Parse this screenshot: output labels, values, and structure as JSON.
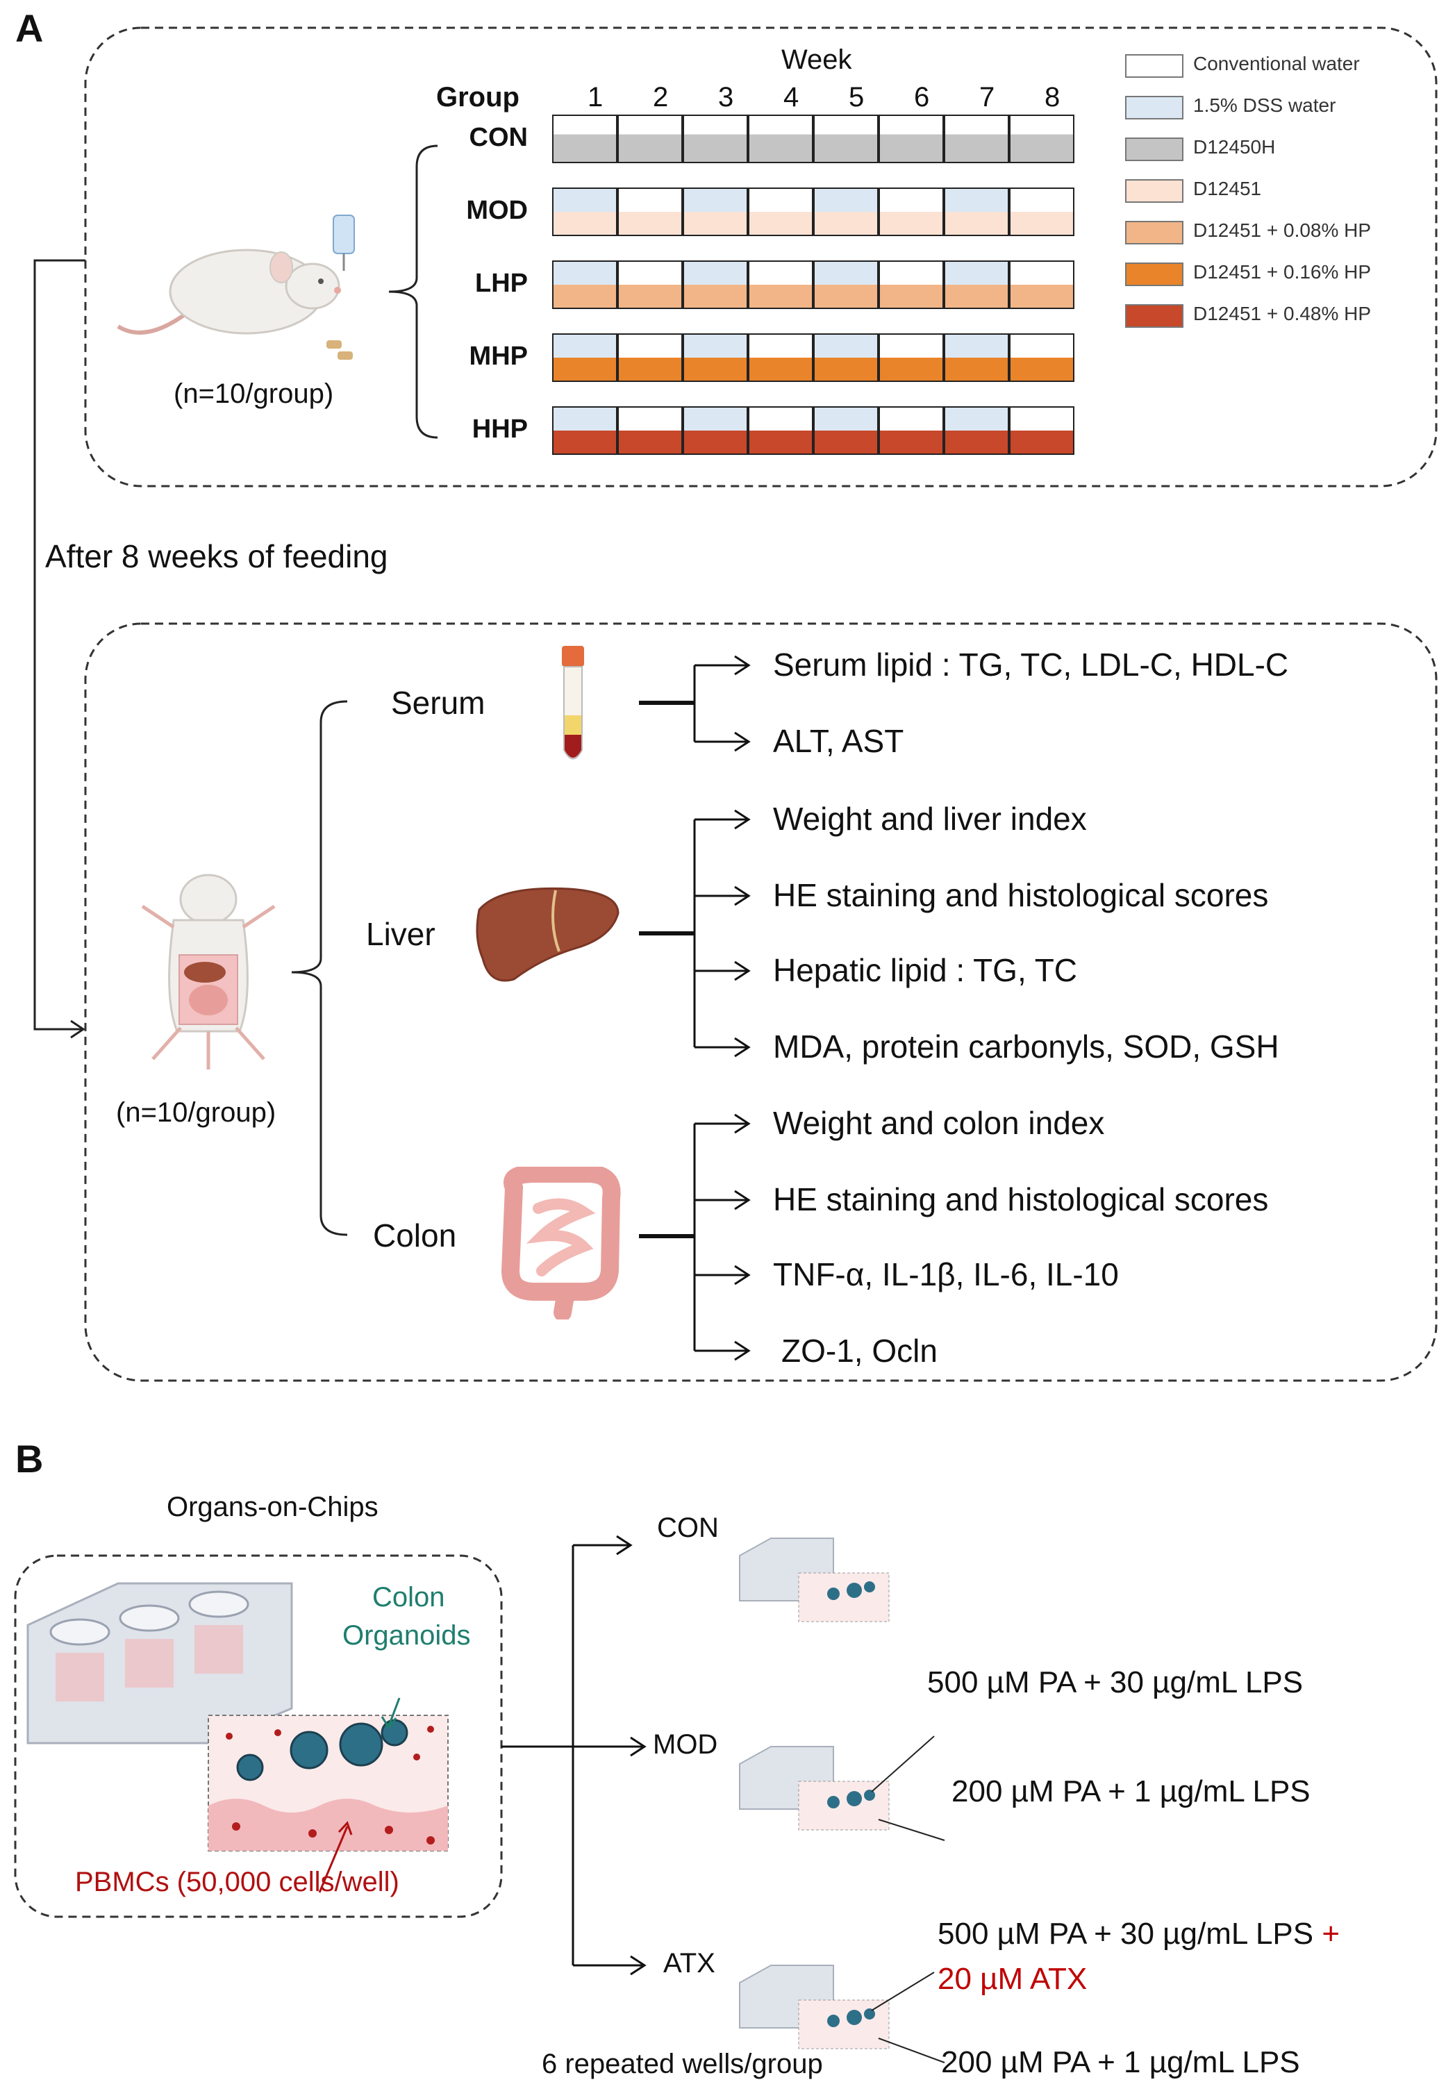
{
  "panelA": {
    "letter": "A",
    "header": {
      "week_label": "Week",
      "group_label": "Group",
      "weeks": [
        "1",
        "2",
        "3",
        "4",
        "5",
        "6",
        "7",
        "8"
      ]
    },
    "groups": [
      {
        "name": "CON",
        "top": "none",
        "bottom": "gray"
      },
      {
        "name": "MOD",
        "top": "dss-alt",
        "bottom": "d12451"
      },
      {
        "name": "LHP",
        "top": "dss-alt",
        "bottom": "hp008"
      },
      {
        "name": "MHP",
        "top": "dss-alt",
        "bottom": "hp016"
      },
      {
        "name": "HHP",
        "top": "dss-alt",
        "bottom": "hp048"
      }
    ],
    "legend": [
      {
        "label": "Conventional water",
        "color": "#ffffff"
      },
      {
        "label": "1.5% DSS water",
        "color": "#dbe8f4"
      },
      {
        "label": "D12450H",
        "color": "#c4c4c4"
      },
      {
        "label": "D12451",
        "color": "#fbe2d3"
      },
      {
        "label": "D12451 + 0.08% HP",
        "color": "#f2b587"
      },
      {
        "label": "D12451 + 0.16% HP",
        "color": "#e9842a"
      },
      {
        "label": "D12451 + 0.48% HP",
        "color": "#c7482a"
      }
    ],
    "mouse_n": "(n=10/group)",
    "transition": "After 8 weeks of feeding",
    "dissect_n": "(n=10/group)",
    "analyses": [
      {
        "tissue": "Serum",
        "items": [
          "Serum lipid : TG, TC, LDL-C, HDL-C",
          "ALT, AST"
        ]
      },
      {
        "tissue": "Liver",
        "items": [
          "Weight and liver index",
          "HE staining and histological scores",
          "Hepatic lipid : TG, TC",
          "MDA, protein carbonyls, SOD, GSH"
        ]
      },
      {
        "tissue": "Colon",
        "items": [
          "Weight and colon index",
          "HE staining and histological scores",
          "TNF-α, IL-1β, IL-6, IL-10",
          "ZO-1, Ocln"
        ]
      }
    ]
  },
  "panelB": {
    "letter": "B",
    "title": "Organs-on-Chips",
    "organoid_label_1": "Colon",
    "organoid_label_2": "Organoids",
    "pbmc_label": "PBMCs (50,000 cells/well)",
    "groups": [
      "CON",
      "MOD",
      "ATX"
    ],
    "mod_top": "500 µM PA + 30 µg/mL LPS",
    "mod_bottom": "200 µM PA + 1 µg/mL LPS",
    "atx_top": "500 µM PA + 30 µg/mL LPS",
    "atx_plus": "+",
    "atx_red": "20 µM ATX",
    "atx_bottom": "200 µM PA + 1 µg/mL LPS",
    "wells": "6 repeated wells/group"
  },
  "colors": {
    "dss": "#dbe8f4",
    "gray": "#c4c4c4",
    "d12451": "#fbe2d3",
    "hp008": "#f2b587",
    "hp016": "#e9842a",
    "hp048": "#c7482a"
  }
}
